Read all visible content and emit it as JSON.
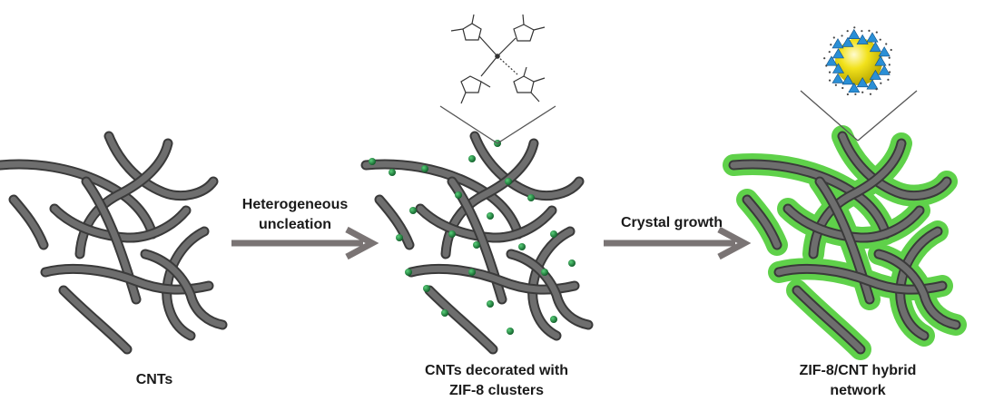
{
  "stages": {
    "cnts": {
      "label": "CNTs"
    },
    "decorated": {
      "line1": "CNTs decorated with",
      "line2": "ZIF-8 clusters"
    },
    "hybrid": {
      "line1": "ZIF-8/CNT hybrid",
      "line2": "network"
    }
  },
  "steps": {
    "nucleation": {
      "line1": "Heterogeneous",
      "line2": "uncleation"
    },
    "growth": {
      "label": "Crystal growth"
    }
  },
  "colors": {
    "tube": "#6e6e6e",
    "tube_edge": "#3a3a3a",
    "arrow": "#7a7474",
    "cluster": "#1a7a3a",
    "zif_coating": "#5fd14a",
    "zif_sphere": "#f2e21c",
    "zif_tetrahedra": "#2a8fd6"
  }
}
